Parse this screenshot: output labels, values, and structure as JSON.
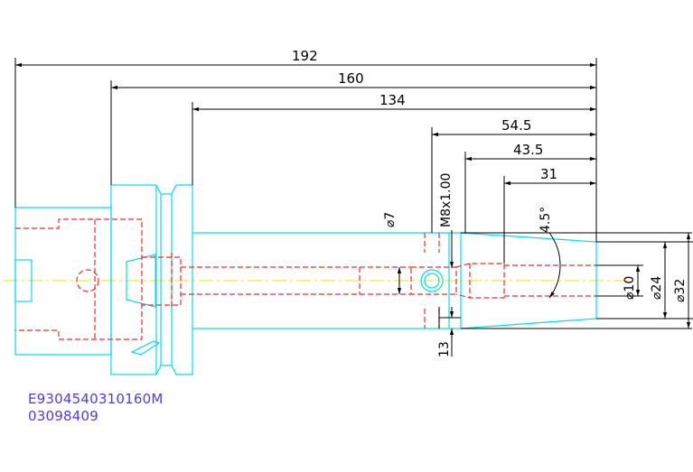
{
  "dimensions": {
    "len_192": "192",
    "len_160": "160",
    "len_134": "134",
    "len_54_5": "54.5",
    "len_43_5": "43.5",
    "len_31": "31",
    "thread": "M8x1.00",
    "dia_7": "⌀7",
    "angle": "4.5°",
    "dia_10": "⌀10",
    "dia_24": "⌀24",
    "dia_32": "⌀32",
    "len_13": "13"
  },
  "part_numbers": {
    "line1": "E9304540310160M",
    "line2": "03098409"
  },
  "colors": {
    "outline": "#00e0e8",
    "hidden": "#e8302c",
    "centerline": "#f0e000",
    "dimension": "#000000",
    "text_code": "#4b3cf0"
  }
}
